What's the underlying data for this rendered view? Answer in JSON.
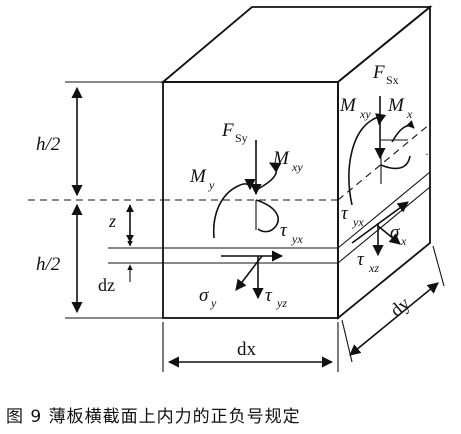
{
  "labels": {
    "h_half_top": "h/2",
    "h_half_bottom": "h/2",
    "z": "z",
    "dz": "dz",
    "dx": "dx",
    "dy": "dy",
    "F_Sx_main": "F",
    "F_Sx_sub": "Sx",
    "F_Sy_main": "F",
    "F_Sy_sub": "Sy",
    "M_xy_front_main": "M",
    "M_xy_front_sub": "xy",
    "M_y_main": "M",
    "M_y_sub": "y",
    "M_xy_side_main": "M",
    "M_xy_side_sub": "xy",
    "M_x_main": "M",
    "M_x_sub": "x",
    "tau_yx_front_main": "τ",
    "tau_yx_front_sub": "yx",
    "tau_yx_side_main": "τ",
    "tau_yx_side_sub": "yx",
    "sigma_x_main": "σ",
    "sigma_x_sub": "x",
    "tau_xz_main": "τ",
    "tau_xz_sub": "xz",
    "sigma_y_main": "σ",
    "sigma_y_sub": "y",
    "tau_yz_main": "τ",
    "tau_yz_sub": "yz"
  },
  "caption": "图 9   薄板横截面上内力的正负号规定"
}
